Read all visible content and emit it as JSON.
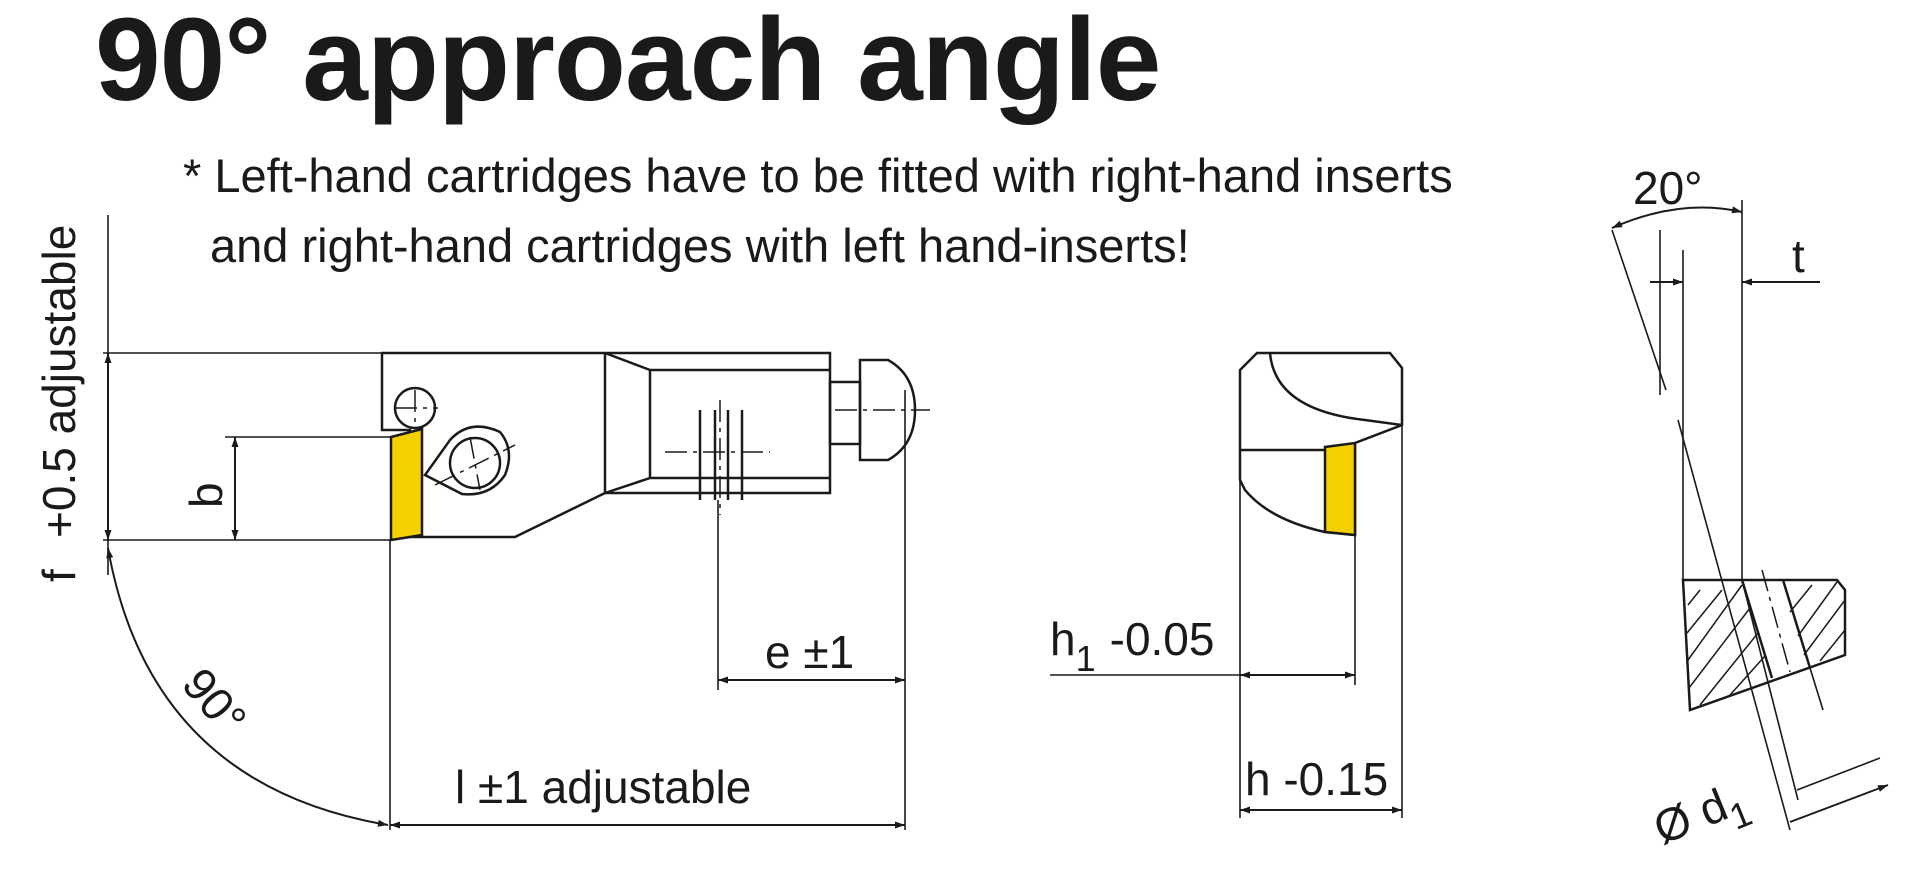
{
  "title": "90° approach angle",
  "note": {
    "line1": "* Left-hand cartridges have to be fitted with right-hand inserts",
    "line2": "and right-hand cartridges with left hand-inserts!"
  },
  "labels": {
    "f": "f",
    "f_tol": "+0.5 adjustable",
    "b": "b",
    "angle_90": "90°",
    "e": "e ±1",
    "l": "l ±1 adjustable",
    "h1_base": "h",
    "h1_sub": "1",
    "h1_tol": "-0.05",
    "h": "h -0.15",
    "angle_20": "20°",
    "t": "t",
    "d1_base": "Ø d",
    "d1_sub": "1"
  },
  "colors": {
    "insert": "#f5d000",
    "line": "#1a1a1a"
  }
}
